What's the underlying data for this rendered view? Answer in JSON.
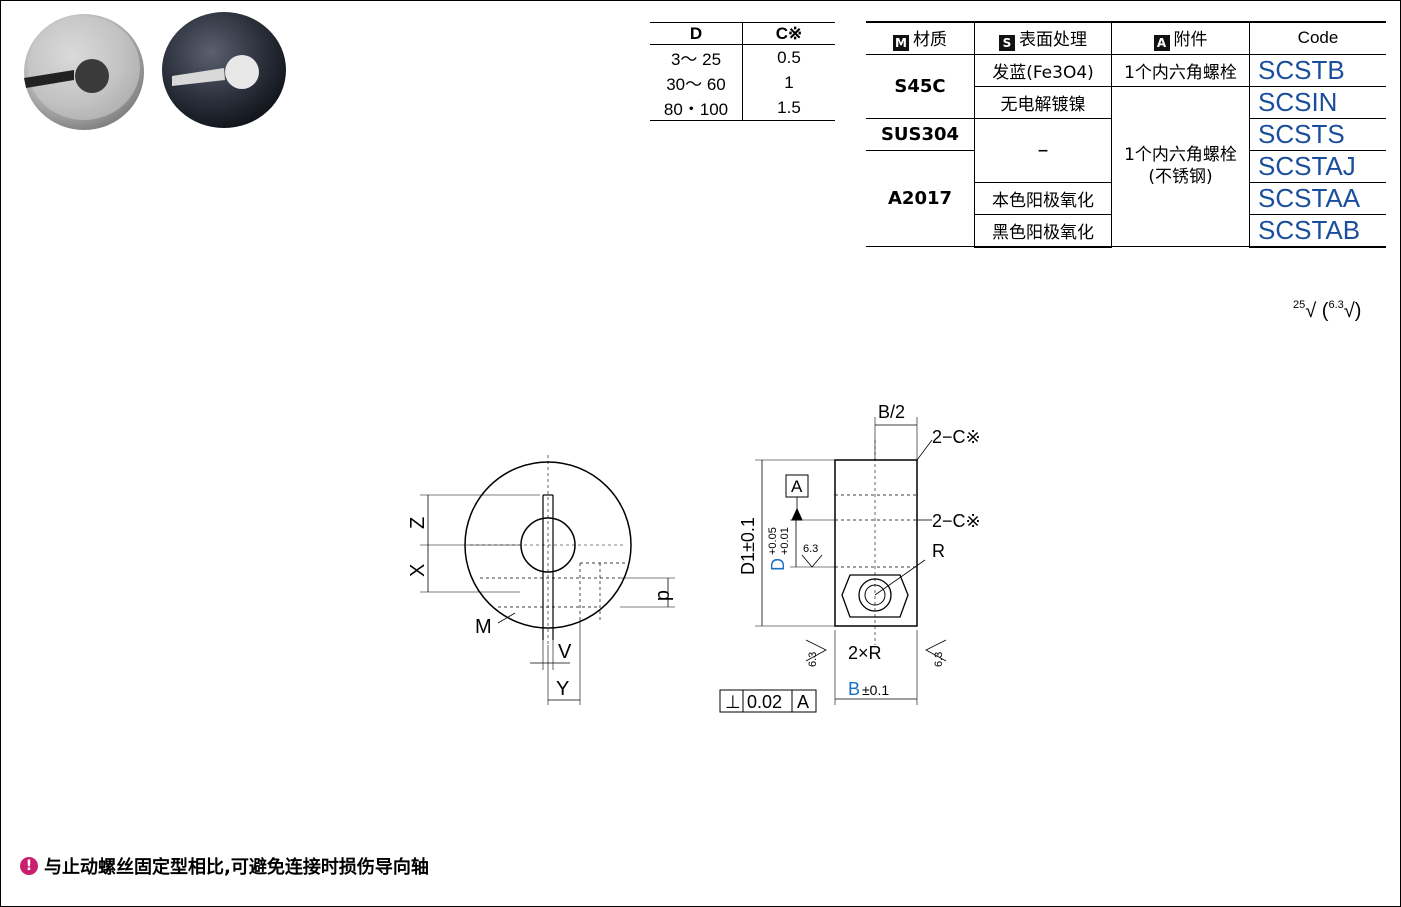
{
  "chamfer_table": {
    "headers": [
      "D",
      "C※"
    ],
    "rows": [
      [
        "3～ 25",
        "0.5"
      ],
      [
        "30～ 60",
        "1"
      ],
      [
        "80・100",
        "1.5"
      ]
    ]
  },
  "material_table": {
    "headers": {
      "material_icon": "M",
      "material": "材质",
      "surface_icon": "S",
      "surface": "表面处理",
      "accessory_icon": "A",
      "accessory": "附件",
      "code": "Code"
    },
    "materials": [
      "S45C",
      "SUS304",
      "A2017"
    ],
    "surfaces": [
      "发蓝(Fe3O4)",
      "无电解镀镍",
      "–",
      "本色阳极氧化",
      "黑色阳极氧化"
    ],
    "accessories": [
      "1个内六角螺栓",
      "1个内六角螺栓\n(不锈钢)"
    ],
    "codes": [
      "SCSTB",
      "SCSIN",
      "SCSTS",
      "SCSTAJ",
      "SCSTAA",
      "SCSTAB"
    ]
  },
  "roughness": {
    "main": "25",
    "secondary": "6.3"
  },
  "drawing": {
    "left_labels": {
      "Z": "Z",
      "X": "X",
      "M": "M",
      "V": "V",
      "Y": "Y",
      "d": "d"
    },
    "right_labels": {
      "half_b": "B/2",
      "chamfer1": "2−C※",
      "chamfer2": "2−C※",
      "datum": "A",
      "d1_tol": "D1±0.1",
      "d_tol_label": "D",
      "d_tol_plus": "+0.05",
      "d_tol_minus": "+0.01",
      "rough_inner": "6.3",
      "r_label": "R",
      "two_r": "2×R",
      "rough_left": "6.3",
      "rough_right": "6.3",
      "perp_symbol": "⊥",
      "perp_value": "0.02",
      "perp_datum": "A",
      "b_label": "B",
      "b_tol": "±0.1"
    }
  },
  "note": {
    "icon": "!",
    "text": "与止动螺丝固定型相比,可避免连接时损伤导向轴"
  },
  "colors": {
    "code_blue": "#1a4e9c",
    "note_icon": "#c8206e"
  }
}
